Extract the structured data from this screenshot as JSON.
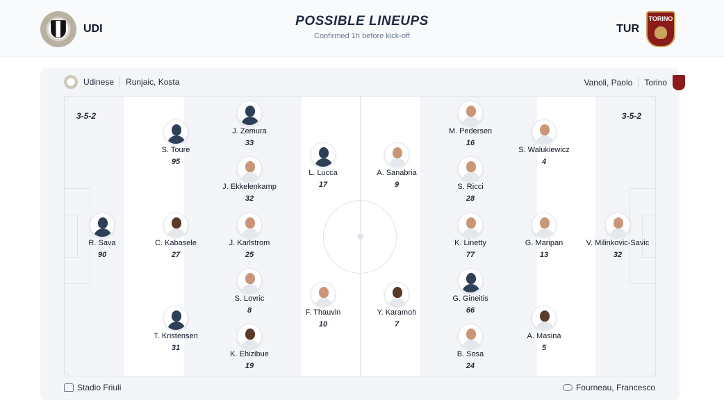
{
  "header": {
    "title": "POSSIBLE LINEUPS",
    "subtitle": "Confirmed 1h before kick-off",
    "home": {
      "abbr": "UDI",
      "crest_icon": "udinese-crest-icon"
    },
    "away": {
      "abbr": "TUR",
      "crest_icon": "torino-crest-icon",
      "crest_text": "TORINO"
    }
  },
  "coaches": {
    "home": {
      "team": "Udinese",
      "coach": "Runjaic, Kosta"
    },
    "away": {
      "team": "Torino",
      "coach": "Vanoli, Paolo"
    }
  },
  "formations": {
    "home": "3-5-2",
    "away": "3-5-2"
  },
  "home_players": [
    {
      "name": "R. Sava",
      "number": "90",
      "avatar": "sil"
    },
    {
      "name": "S. Toure",
      "number": "95",
      "avatar": "sil"
    },
    {
      "name": "C. Kabasele",
      "number": "27",
      "avatar": "dark"
    },
    {
      "name": "T. Kristensen",
      "number": "31",
      "avatar": "sil"
    },
    {
      "name": "J. Zemura",
      "number": "33",
      "avatar": "sil"
    },
    {
      "name": "J. Ekkelenkamp",
      "number": "32",
      "avatar": "photo"
    },
    {
      "name": "J. Karlstrom",
      "number": "25",
      "avatar": "photo"
    },
    {
      "name": "S. Lovric",
      "number": "8",
      "avatar": "photo"
    },
    {
      "name": "K. Ehizibue",
      "number": "19",
      "avatar": "dark"
    },
    {
      "name": "L. Lucca",
      "number": "17",
      "avatar": "sil"
    },
    {
      "name": "F. Thauvin",
      "number": "10",
      "avatar": "photo"
    }
  ],
  "away_players": [
    {
      "name": "A. Sanabria",
      "number": "9",
      "avatar": "photo"
    },
    {
      "name": "Y. Karamoh",
      "number": "7",
      "avatar": "dark"
    },
    {
      "name": "M. Pedersen",
      "number": "16",
      "avatar": "photo"
    },
    {
      "name": "S. Ricci",
      "number": "28",
      "avatar": "photo"
    },
    {
      "name": "K. Linetty",
      "number": "77",
      "avatar": "photo"
    },
    {
      "name": "G. Gineitis",
      "number": "66",
      "avatar": "sil"
    },
    {
      "name": "B. Sosa",
      "number": "24",
      "avatar": "photo"
    },
    {
      "name": "S. Walukiewicz",
      "number": "4",
      "avatar": "photo"
    },
    {
      "name": "G. Maripan",
      "number": "13",
      "avatar": "photo"
    },
    {
      "name": "A. Masina",
      "number": "5",
      "avatar": "dark"
    },
    {
      "name": "V. Milinkovic-Savic",
      "number": "32",
      "avatar": "photo"
    }
  ],
  "footer": {
    "stadium": "Stadio Friuli",
    "referee": "Fourneau, Francesco"
  }
}
